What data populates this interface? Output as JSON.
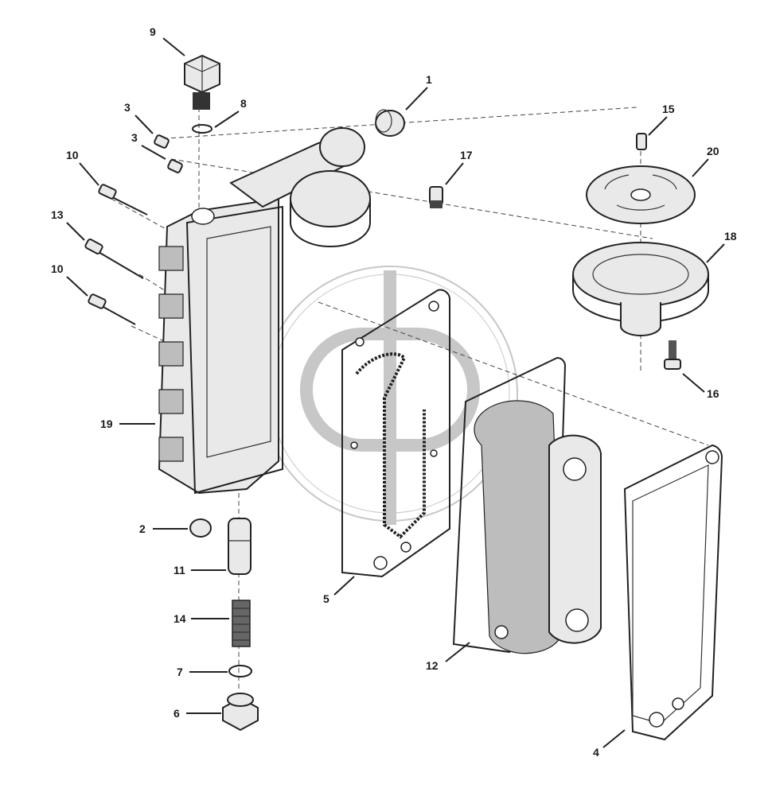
{
  "figure": {
    "callouts": [
      "1",
      "2",
      "3",
      "3",
      "4",
      "5",
      "6",
      "7",
      "8",
      "9",
      "10",
      "10",
      "11",
      "12",
      "13",
      "14",
      "15",
      "16",
      "17",
      "18",
      "19",
      "20"
    ]
  },
  "colors": {
    "ink": "#222222",
    "watermark": "#9a9a9a",
    "paper": "#ffffff"
  }
}
